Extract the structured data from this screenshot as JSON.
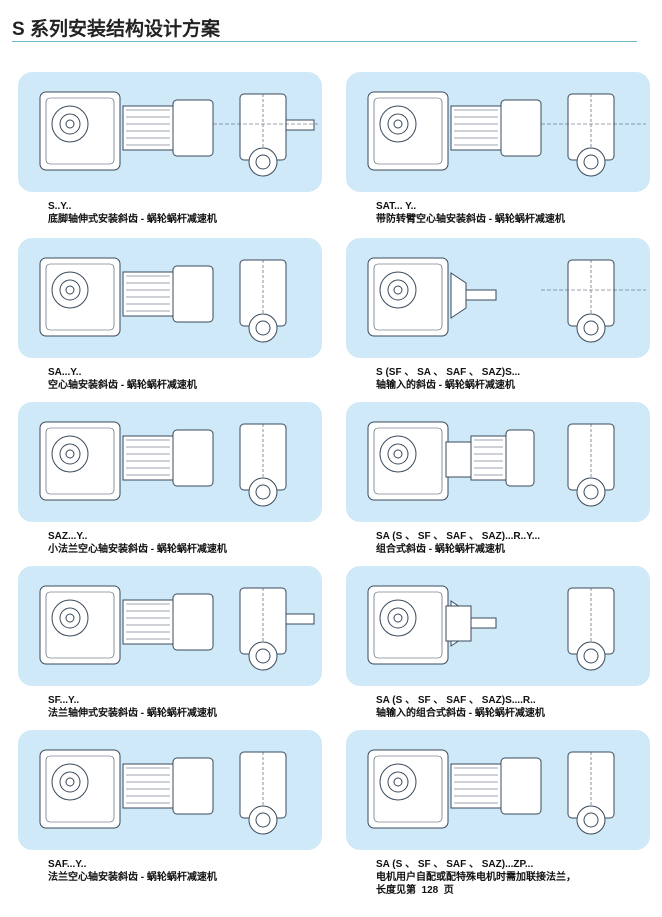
{
  "page": {
    "title": "S 系列安装结构设计方案"
  },
  "items": [
    {
      "code": "S..Y..",
      "desc": "底脚轴伸式安装斜齿 - 蜗轮蜗杆减速机"
    },
    {
      "code": "SAT... Y..",
      "desc": "带防转臂空心轴安装斜齿 - 蜗轮蜗杆减速机"
    },
    {
      "code": "SA...Y..",
      "desc": "空心轴安装斜齿 - 蜗轮蜗杆减速机"
    },
    {
      "code": "S (SF 、 SA 、 SAF 、 SAZ)S...",
      "desc": "轴输入的斜齿 - 蜗轮蜗杆减速机"
    },
    {
      "code": "SAZ...Y..",
      "desc": "小法兰空心轴安装斜齿 - 蜗轮蜗杆减速机"
    },
    {
      "code": "SA (S 、 SF 、 SAF 、 SAZ)...R..Y...",
      "desc": "组合式斜齿 - 蜗轮蜗杆减速机"
    },
    {
      "code": "SF...Y..",
      "desc": "法兰轴伸式安装斜齿 - 蜗轮蜗杆减速机"
    },
    {
      "code": "SA (S 、 SF 、 SAF 、 SAZ)S....R..",
      "desc": "轴输入的组合式斜齿 - 蜗轮蜗杆减速机"
    },
    {
      "code": "SAF...Y..",
      "desc": "法兰空心轴安装斜齿 - 蜗轮蜗杆减速机"
    },
    {
      "code": "SA (S 、 SF 、 SAF 、 SAZ)...ZP...",
      "desc": "电机用户自配或配特殊电机时需加联接法兰，",
      "note": "长度见第  128  页"
    }
  ]
}
